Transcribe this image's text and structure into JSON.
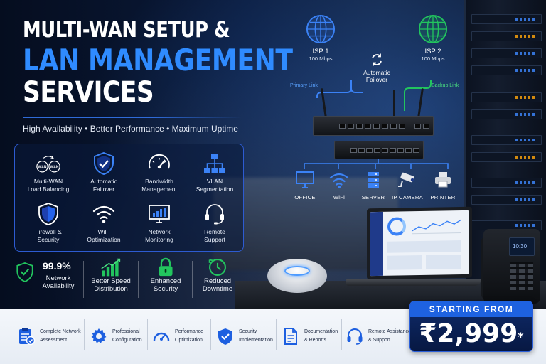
{
  "title": {
    "line1": "MULTI-WAN SETUP &",
    "line2": "LAN MANAGEMENT",
    "line3": "SERVICES"
  },
  "tagline": "High Availability • Better Performance • Maximum Uptime",
  "features": [
    {
      "icon": "wan-balancing-icon",
      "label1": "Multi-WAN",
      "label2": "Load Balancing",
      "wan_text": "WAN"
    },
    {
      "icon": "shield-check-icon",
      "label1": "Automatic",
      "label2": "Failover"
    },
    {
      "icon": "gauge-icon",
      "label1": "Bandwidth",
      "label2": "Management"
    },
    {
      "icon": "vlan-icon",
      "label1": "VLAN",
      "label2": "Segmentation"
    },
    {
      "icon": "firewall-shield-icon",
      "label1": "Firewall &",
      "label2": "Security"
    },
    {
      "icon": "wifi-icon",
      "label1": "WiFi",
      "label2": "Optimization"
    },
    {
      "icon": "monitor-chart-icon",
      "label1": "Network",
      "label2": "Monitoring"
    },
    {
      "icon": "headset-icon",
      "label1": "Remote",
      "label2": "Support"
    }
  ],
  "stats": [
    {
      "icon": "shield-check-icon",
      "value": "99.9%",
      "label1": "Network",
      "label2": "Availability"
    },
    {
      "icon": "bar-chart-up-icon",
      "label1": "Better Speed",
      "label2": "Distribution"
    },
    {
      "icon": "lock-icon",
      "label1": "Enhanced",
      "label2": "Security"
    },
    {
      "icon": "clock-icon",
      "label1": "Reduced",
      "label2": "Downtime"
    }
  ],
  "diagram": {
    "isp1": {
      "name": "ISP 1",
      "speed": "100 Mbps",
      "link": "Primary Link",
      "color": "#3b82f6"
    },
    "isp2": {
      "name": "ISP 2",
      "speed": "100 Mbps",
      "link": "Backup Link",
      "color": "#22c55e"
    },
    "failover1": "Automatic",
    "failover2": "Failover",
    "devices": [
      "OFFICE",
      "WiFi",
      "SERVER",
      "IP CAMERA",
      "PRINTER"
    ],
    "phone_time": "10:30"
  },
  "services": [
    {
      "icon": "clipboard-check-icon",
      "label1": "Complete Network",
      "label2": "Assessment"
    },
    {
      "icon": "gear-icon",
      "label1": "Professional",
      "label2": "Configuration"
    },
    {
      "icon": "gauge-icon",
      "label1": "Performance",
      "label2": "Optimization"
    },
    {
      "icon": "shield-check-icon",
      "label1": "Security",
      "label2": "Implementation"
    },
    {
      "icon": "document-icon",
      "label1": "Documentation",
      "label2": "& Reports"
    },
    {
      "icon": "headset-icon",
      "label1": "Remote Assistance",
      "label2": "& Support"
    }
  ],
  "price": {
    "header": "STARTING FROM",
    "amount": "₹2,999",
    "asterisk": "*"
  },
  "colors": {
    "accent_blue": "#2f8bff",
    "stat_green": "#22c55e",
    "service_blue": "#1d5fe0"
  }
}
